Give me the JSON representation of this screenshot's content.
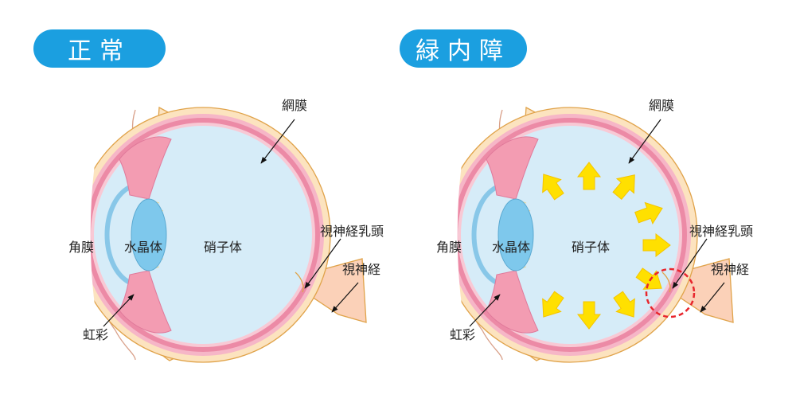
{
  "panels": [
    {
      "title": "正常",
      "labels": {
        "retina": "網膜",
        "cornea": "角膜",
        "lens": "水晶体",
        "vitreous": "硝子体",
        "optic_disc": "視神経乳頭",
        "optic_nerve": "視神経",
        "iris": "虹彩"
      }
    },
    {
      "title": "緑内障",
      "labels": {
        "retina": "網膜",
        "cornea": "角膜",
        "lens": "水晶体",
        "vitreous": "硝子体",
        "optic_disc": "視神経乳頭",
        "optic_nerve": "視神経",
        "iris": "虹彩"
      }
    }
  ],
  "colors": {
    "title_bg": "#1b9fe0",
    "sclera": "#fce3bf",
    "sclera_outline": "#e0a34a",
    "retina": "#ec8aa6",
    "vitreous": "#d6ecf8",
    "lens": "#7ec8ec",
    "cornea": "#88c7e8",
    "iris": "#f39cb2",
    "pressure_arrow": "#ffe000",
    "highlight_circle": "#e8262d"
  }
}
